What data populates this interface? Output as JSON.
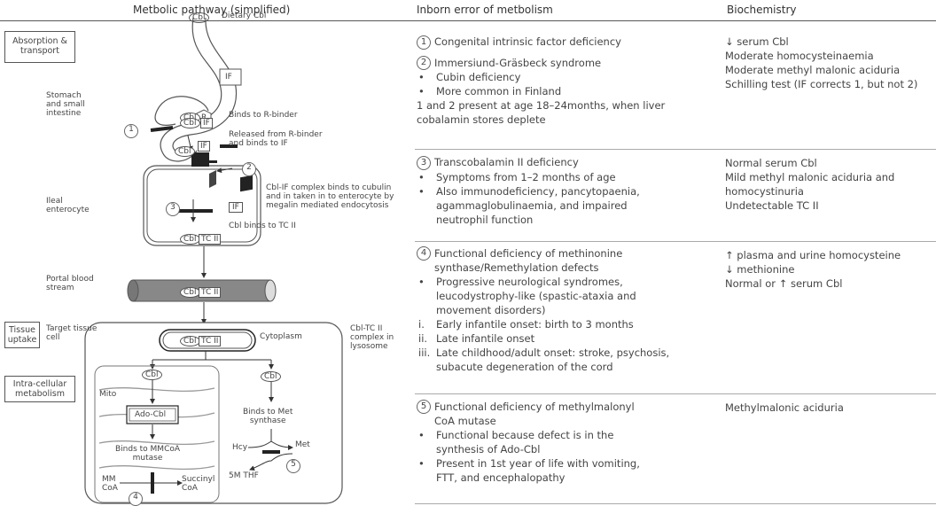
{
  "headers": {
    "pathway": "Metbolic pathway (simplified)",
    "error": "Inborn error of metbolism",
    "biochem": "Biochemistry"
  },
  "diagram": {
    "sections": {
      "absorption": "Absorption &\ntransport",
      "uptake": "Tissue\nuptake",
      "intracellular": "Intra-cellular\nmetabolism"
    },
    "regions": {
      "stomach": "Stomach\nand small\nintestine",
      "ileal": "Ileal\nenterocyte",
      "portal": "Portal blood\nstream",
      "target": "Target tissue\ncell"
    },
    "annotations": {
      "dietary": "Dietary Cbl",
      "binds_r": "Binds to R-binder",
      "released": "Released from R-binder\nand binds to IF",
      "cubulin": "Cbl-IF complex binds to cubulin\nand in taken in to enterocyte by\nmegalin mediated endocytosis",
      "tc2": "Cbl binds to TC II",
      "cytoplasm": "Cytoplasm",
      "lysosome": "Cbl-TC II\ncomplex in\nlysosome",
      "mito": "Mito",
      "mmcoa_bind": "Binds to MMCoA\nmutase",
      "met_bind": "Binds to Met\nsynthase",
      "hcy": "Hcy",
      "met": "Met",
      "thf": "5M THF",
      "mmcoa": "MM\nCoA",
      "succinyl": "Succinyl\nCoA"
    },
    "molecules": {
      "cbl": "Cbl",
      "if": "IF",
      "r": "R",
      "tc2": "TC II",
      "adocbl": "Ado-Cbl"
    },
    "markers": [
      "1",
      "2",
      "3",
      "4",
      "5"
    ]
  },
  "rows": [
    {
      "errors": [
        {
          "num": "1",
          "text": "Congenital intrinsic factor deficiency"
        },
        {
          "num": "2",
          "text": "Immersiund-Gräsbeck syndrome"
        }
      ],
      "bullets": [
        "Cubin deficiency",
        "More common in Finland"
      ],
      "note": "1 and 2 present at age 18–24months, when liver cobalamin stores deplete",
      "biochem": [
        "↓ serum Cbl",
        "Moderate homocysteinaemia",
        "Moderate methyl malonic aciduria",
        "Schilling test (IF corrects 1, but not 2)"
      ]
    },
    {
      "errors": [
        {
          "num": "3",
          "text": "Transcobalamin II deficiency"
        }
      ],
      "bullets": [
        "Symptoms from 1–2 months of age",
        "Also immunodeficiency, pancytopaenia, agammaglobulinaemia, and impaired neutrophil function"
      ],
      "biochem": [
        "Normal serum Cbl",
        "Mild methyl malonic aciduria and",
        "homocystinuria",
        "Undetectable TC II"
      ]
    },
    {
      "errors": [
        {
          "num": "4",
          "text": "Functional deficiency of methinonine synthase/Remethylation defects"
        }
      ],
      "bullets": [
        "Progressive neurological syndromes, leucodystrophy-like (spastic-ataxia and movement disorders)"
      ],
      "roman": [
        {
          "n": "i.",
          "text": "Early infantile onset:  birth to 3 months"
        },
        {
          "n": "ii.",
          "text": "Late infantile onset"
        },
        {
          "n": "iii.",
          "text": "Late childhood/adult onset: stroke, psychosis, subacute degeneration of the cord"
        }
      ],
      "biochem": [
        "↑ plasma and urine homocysteine",
        "↓ methionine",
        "Normal or ↑ serum Cbl"
      ]
    },
    {
      "errors": [
        {
          "num": "5",
          "text": "Functional deficiency of methylmalonyl CoA mutase"
        }
      ],
      "bullets": [
        "Functional because defect is in the synthesis of Ado-Cbl",
        "Present in 1st year of life with vomiting, FTT, and encephalopathy"
      ],
      "biochem": [
        "Methylmalonic aciduria"
      ]
    }
  ]
}
